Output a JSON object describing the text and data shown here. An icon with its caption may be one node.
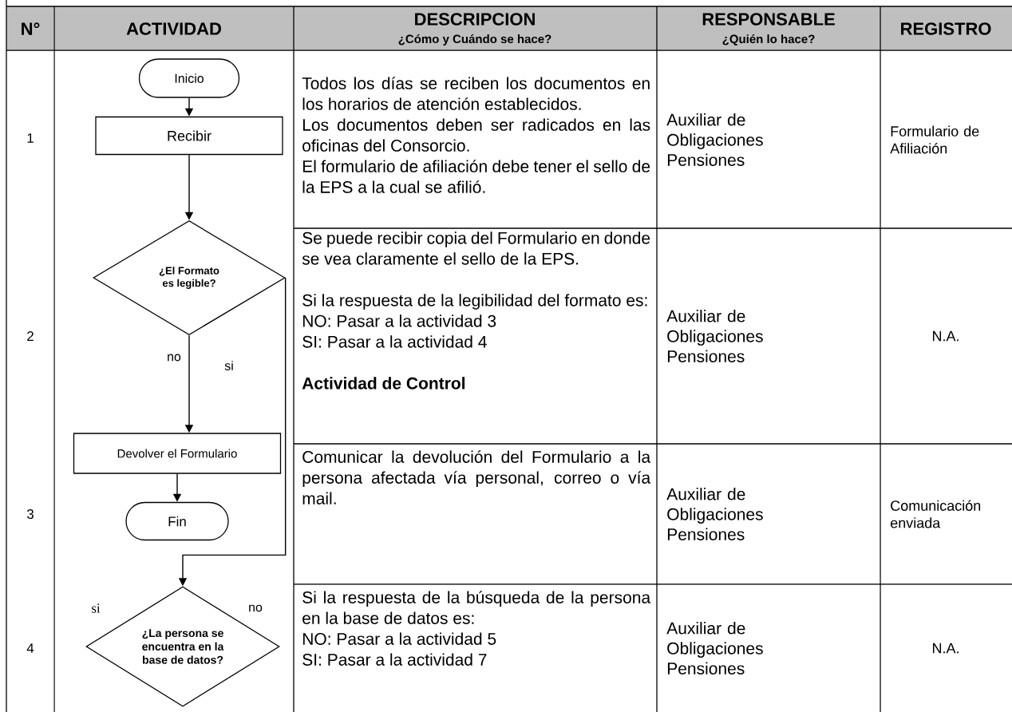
{
  "diagram": {
    "nodes": [
      {
        "text": [
          "Inicio"
        ]
      },
      {
        "text": [
          "Recibir"
        ]
      },
      {
        "text": [
          "¿El Formato es legible?"
        ]
      },
      {
        "text": [
          "Devolver el Formulario"
        ]
      },
      {
        "text": [
          "Fin"
        ]
      },
      {
        "text": [
          "¿La persona se encuentra en la base de datos?"
        ]
      }
    ],
    "edges": [
      {
        "from": 0,
        "to": 1,
        "arrow": "to"
      },
      {
        "from": 1,
        "to": 2,
        "arrow": "to"
      },
      {
        "from": 2,
        "to": 3,
        "arrow": "to",
        "label": "no"
      },
      {
        "from": 3,
        "to": 4,
        "arrow": "to"
      },
      {
        "from": 2,
        "to": 5,
        "arrow": "to",
        "label": "si"
      }
    ],
    "labels": [
      "N°",
      "ACTIVIDAD",
      "DESCRIPCION",
      "¿Cómo y Cuándo se hace?",
      "RESPONSABLE",
      "¿Quién lo hace?",
      "REGISTRO",
      "1",
      "Todos los días se reciben los documentos en los horarios de atención establecidos.",
      "Los documentos deben ser radicados en las oficinas del Consorcio.",
      "El formulario de afiliación debe tener el sello de la EPS a la cual se afilió.",
      "Auxiliar de Obligaciones Pensiones",
      "Formulario de Afiliación",
      "2",
      "Se puede recibir copia del Formulario en donde se vea claramente el sello de la EPS.",
      "Si la respuesta de la legibilidad del formato es:",
      "NO: Pasar a la actividad 3",
      "SI: Pasar a la actividad 4",
      "Actividad de Control",
      "Auxiliar de Obligaciones Pensiones",
      "N.A.",
      "3",
      "Comunicar la devolución del Formulario a la persona afectada vía personal, correo o vía mail.",
      "Auxiliar de Obligaciones Pensiones",
      "Comunicación enviada",
      "4",
      "Si la respuesta de la búsqueda de la persona en la base de datos es:",
      "NO: Pasar a la actividad 5",
      "SI: Pasar a la actividad 7",
      "Auxiliar de Obligaciones Pensiones",
      "N.A.",
      "si",
      "no"
    ]
  }
}
